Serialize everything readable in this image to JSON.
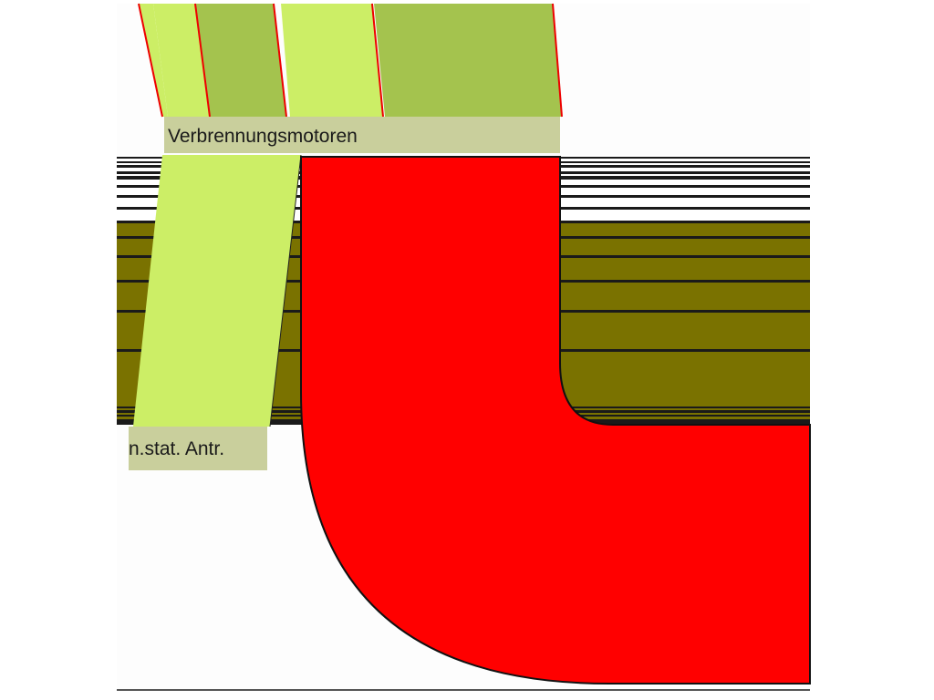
{
  "diagram": {
    "type": "sankey-detail",
    "labels": {
      "combustion_engines": "Verbrennungsmotoren",
      "stationary_drives": "n.stat. Antr."
    },
    "colors": {
      "background": "#ffffff",
      "light_green": "#ccee66",
      "mid_green": "#a4c34e",
      "olive_band": "#7a7200",
      "main_flow": "#ff0000",
      "label_box": "#c9cf9c",
      "outline": "#111111"
    }
  }
}
